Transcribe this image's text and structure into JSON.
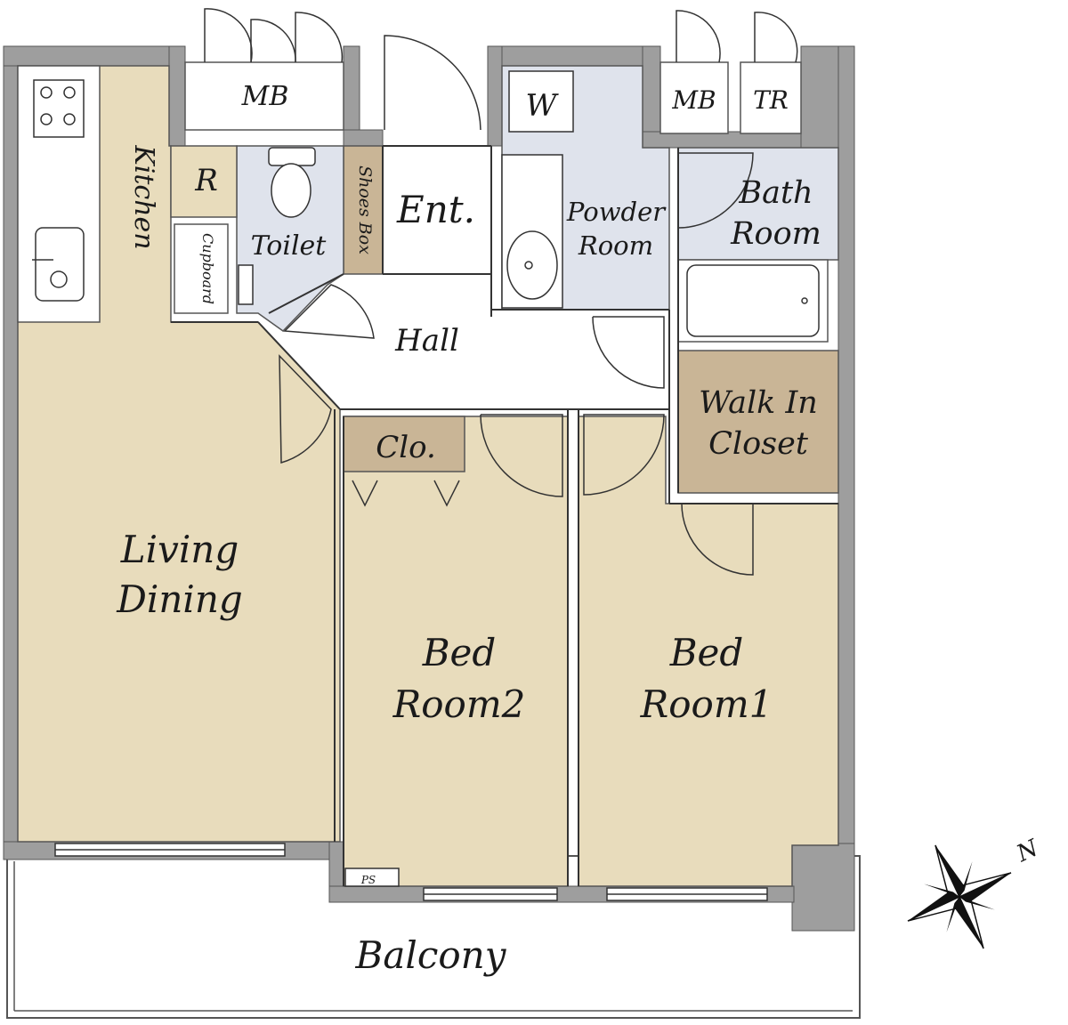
{
  "rooms": {
    "kitchen": "Kitchen",
    "refrigerator": "R",
    "cupboard": "Cupboard",
    "toilet": "Toilet",
    "shoes_box": "Shoes Box",
    "entrance": "Ent.",
    "washer": "W",
    "powder_room": [
      "Powder",
      "Room"
    ],
    "bath_room": [
      "Bath",
      "Room"
    ],
    "meter_box": "MB",
    "trunk_room": "TR",
    "hall": "Hall",
    "walk_in_closet": [
      "Walk In",
      "Closet"
    ],
    "closet": "Clo.",
    "living_dining": [
      "Living",
      "Dining"
    ],
    "bed_room_2": [
      "Bed",
      "Room2"
    ],
    "bed_room_1": [
      "Bed",
      "Room1"
    ],
    "pipe_space": "PS",
    "balcony": "Balcony"
  },
  "compass": {
    "north_label": "N"
  },
  "colors": {
    "wall": "#9e9e9e",
    "living_floor": "#e8dcbc",
    "storage_floor": "#c9b596",
    "wet_area_floor": "#dfe3ec",
    "line": "#333333"
  }
}
